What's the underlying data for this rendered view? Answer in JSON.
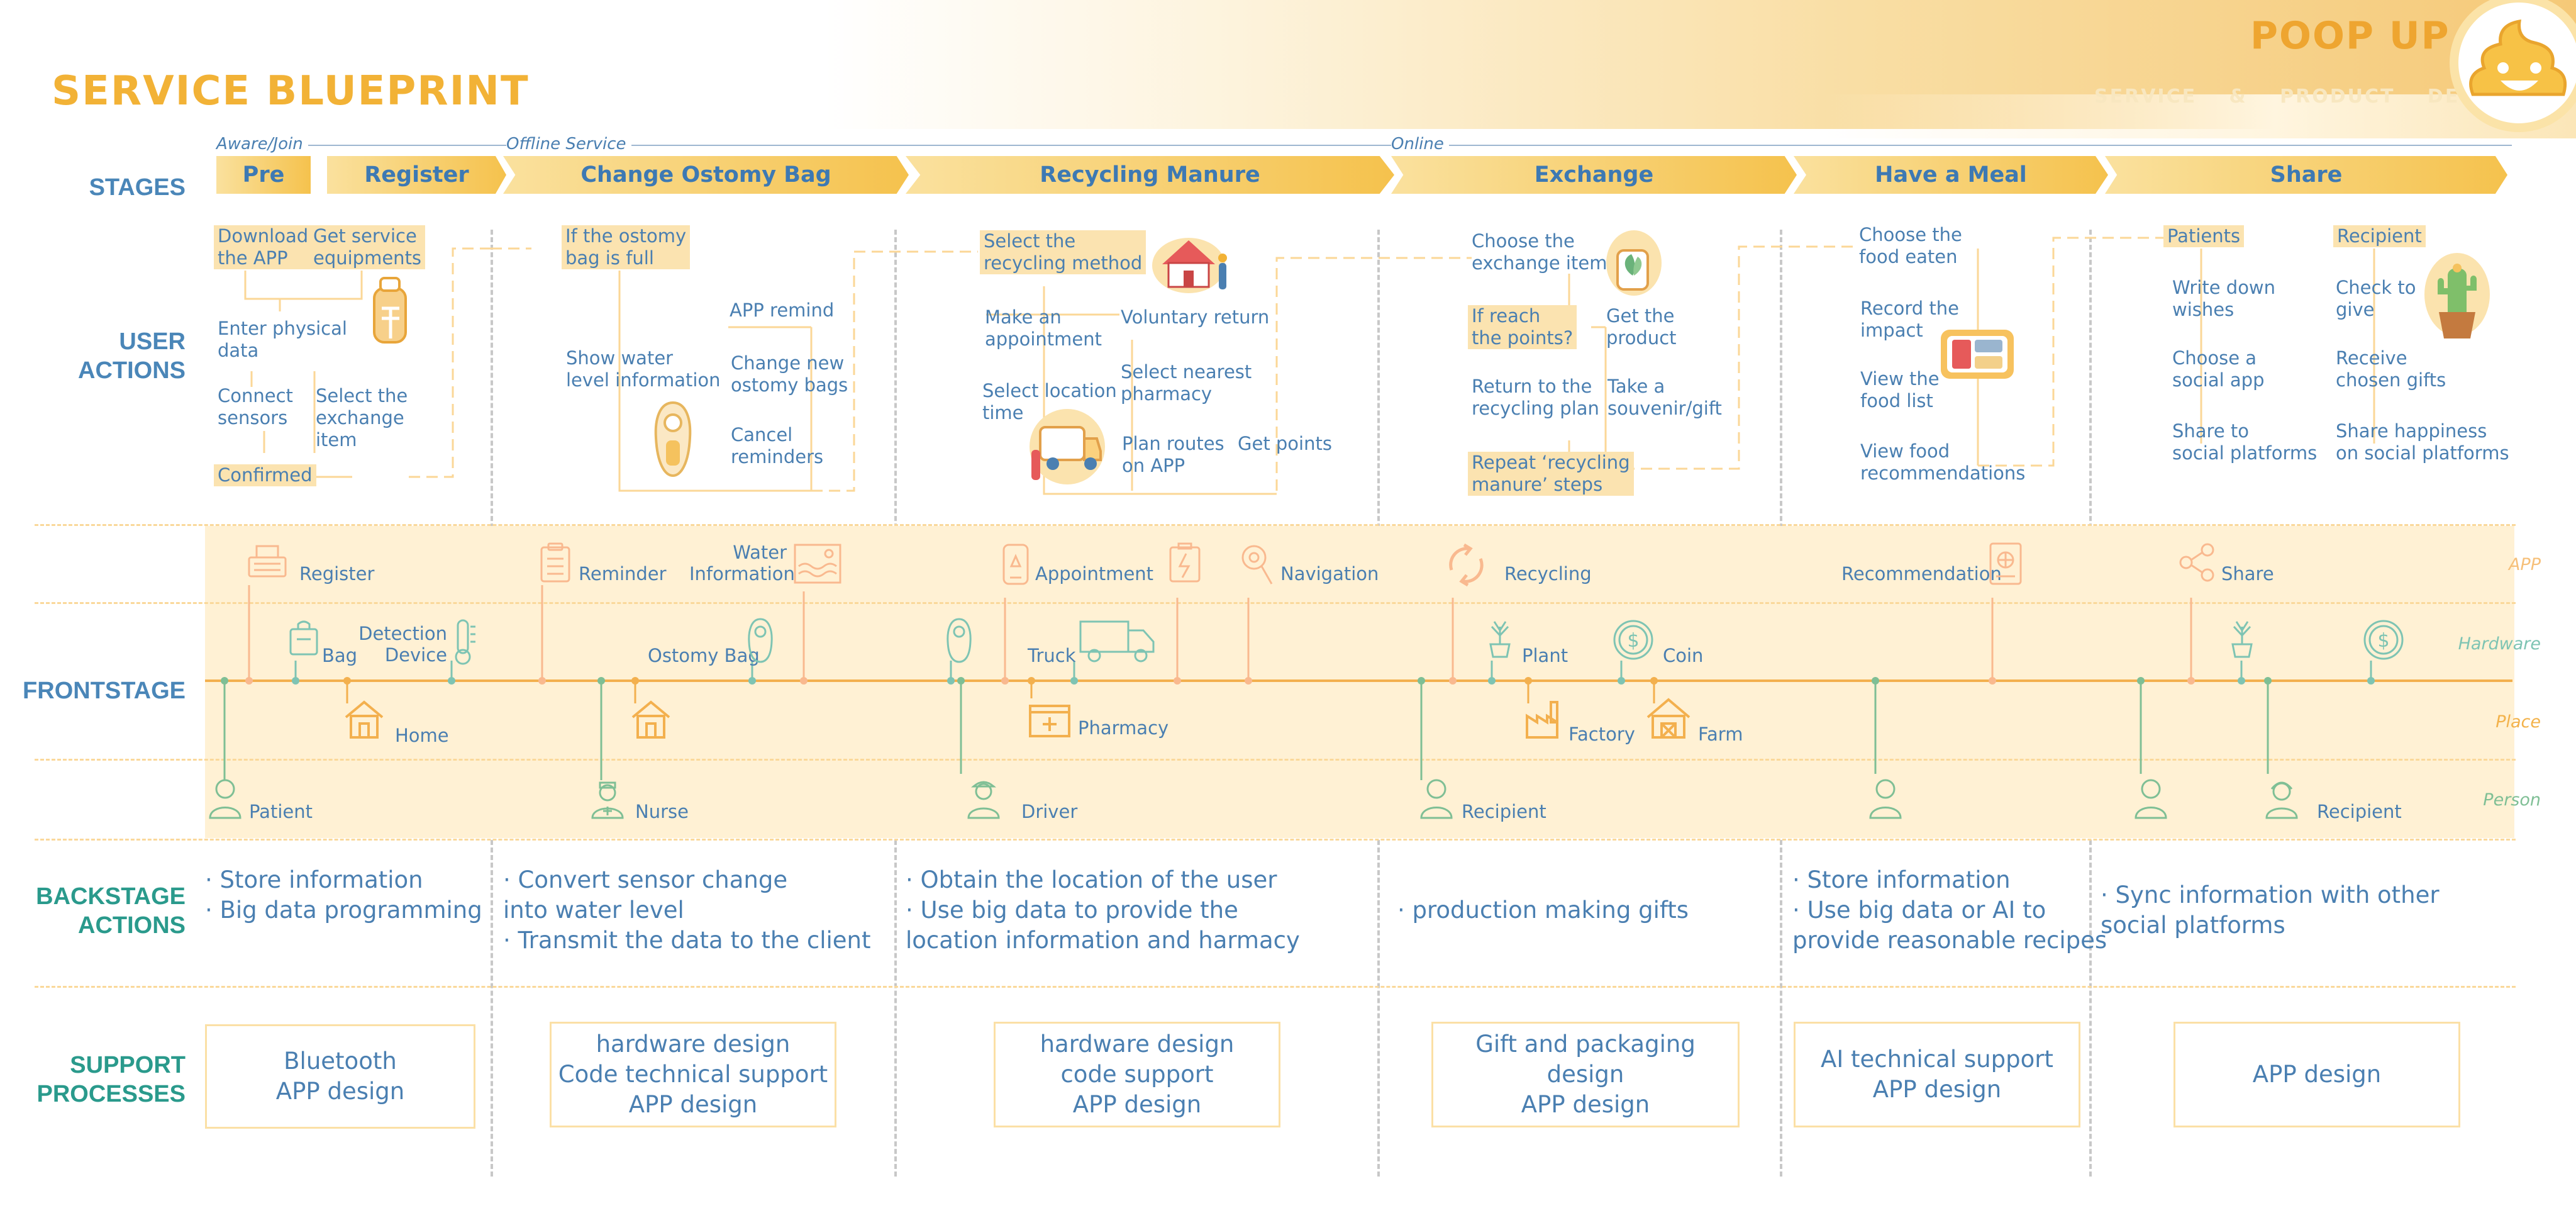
{
  "header": {
    "title": "SERVICE BLUEPRINT",
    "brand": "POOP UP",
    "brand_subtitle": "SERVICE & PRODUCT DESIGN"
  },
  "row_labels": {
    "stages": "STAGES",
    "user_actions_1": "USER",
    "user_actions_2": "ACTIONS",
    "frontstage": "FRONTSTAGE",
    "backstage_1": "BACKSTAGE",
    "backstage_2": "ACTIONS",
    "support_1": "SUPPORT",
    "support_2": "PROCESSES"
  },
  "phases": [
    "Aware/Join",
    "Offline Service",
    "Online"
  ],
  "stages": [
    "Pre",
    "Register",
    "Change Ostomy Bag",
    "Recycling Manure",
    "Exchange",
    "Have a Meal",
    "Share"
  ],
  "user_actions": {
    "s1": {
      "download_1": "Download",
      "download_2": "the APP",
      "equip_1": "Get service",
      "equip_2": "equipments",
      "physical_1": "Enter physical",
      "physical_2": "data",
      "sensors_1": "Connect",
      "sensors_2": "sensors",
      "exchange_1": "Select the",
      "exchange_2": "exchange",
      "exchange_3": "item",
      "confirmed": "Confirmed"
    },
    "s2": {
      "full_1": "If the ostomy",
      "full_2": "bag is full",
      "remind": "APP remind",
      "water_1": "Show water",
      "water_2": "level information",
      "change_1": "Change new",
      "change_2": "ostomy bags",
      "cancel_1": "Cancel",
      "cancel_2": "reminders"
    },
    "s3": {
      "method_1": "Select the",
      "method_2": "recycling method",
      "appt_1": "Make an",
      "appt_2": "appointment",
      "voluntary": "Voluntary return",
      "nearest_1": "Select nearest",
      "nearest_2": "pharmacy",
      "location_1": "Select location",
      "location_2": "time",
      "routes_1": "Plan routes",
      "routes_2": "on APP",
      "points": "Get points"
    },
    "s4": {
      "choose_1": "Choose the",
      "choose_2": "exchange item",
      "reach_1": "If reach",
      "reach_2": "the points?",
      "product_1": "Get the",
      "product_2": "product",
      "return_1": "Return to the",
      "return_2": "recycling plan",
      "souvenir_1": "Take a",
      "souvenir_2": "souvenir/gift",
      "repeat_1": "Repeat ‘recycling",
      "repeat_2": "manure’ steps"
    },
    "s5": {
      "eaten_1": "Choose the",
      "eaten_2": "food eaten",
      "impact_1": "Record the",
      "impact_2": "impact",
      "list_1": "View the",
      "list_2": "food list",
      "recs_1": "View food",
      "recs_2": "recommendations"
    },
    "s6": {
      "patients": "Patients",
      "recipient": "Recipient",
      "wishes_1": "Write down",
      "wishes_2": "wishes",
      "give_1": "Check to",
      "give_2": "give",
      "social_1": "Choose a",
      "social_2": "social app",
      "gifts_1": "Receive",
      "gifts_2": "chosen gifts",
      "share_1": "Share to",
      "share_2": "social platforms",
      "happy_1": "Share happiness",
      "happy_2": "on social platforms"
    }
  },
  "frontstage": {
    "sublabels": [
      "APP",
      "Hardware",
      "Place",
      "Person"
    ],
    "app": {
      "register": "Register",
      "reminder": "Reminder",
      "water_1": "Water",
      "water_2": "Information",
      "appointment": "Appointment",
      "navigation": "Navigation",
      "recycling": "Recycling",
      "recommendation": "Recommendation",
      "share": "Share"
    },
    "hardware": {
      "bag": "Bag",
      "detection_1": "Detection",
      "detection_2": "Device",
      "ostomy_bag": "Ostomy Bag",
      "truck": "Truck",
      "plant": "Plant",
      "coin": "Coin"
    },
    "place": {
      "home": "Home",
      "pharmacy": "Pharmacy",
      "factory": "Factory",
      "farm": "Farm"
    },
    "person": {
      "patient": "Patient",
      "nurse": "Nurse",
      "driver": "Driver",
      "recipient": "Recipient",
      "recipient2": "Recipient"
    }
  },
  "backstage": {
    "s1_1": "· Store information",
    "s1_2": "· Big data programming",
    "s2_1": "· Convert sensor change",
    "s2_2": "into water level",
    "s2_3": "· Transmit the data to the client",
    "s3_1": "· Obtain the location of the user",
    "s3_2": "· Use big data to provide the",
    "s3_3": "location information and harmacy",
    "s4_1": "· production making gifts",
    "s5_1": "· Store information",
    "s5_2": "· Use big data or AI to",
    "s5_3": "provide reasonable recipes",
    "s6_1": "· Sync information with other",
    "s6_2": "social platforms"
  },
  "support": {
    "s1": [
      "Bluetooth",
      "APP design"
    ],
    "s2": [
      "hardware design",
      "Code technical support",
      "APP design"
    ],
    "s3": [
      "hardware design",
      "code support",
      "APP design"
    ],
    "s4": [
      "Gift and packaging design",
      "APP design"
    ],
    "s5": [
      "AI technical support",
      "APP design"
    ],
    "s6": [
      "APP design"
    ]
  },
  "colors": {
    "orange": "#f2b236",
    "blue_text": "#4a7fb1",
    "teal": "#2a9a8c",
    "band": "#fff1d4",
    "highlight": "#fbe3b0",
    "green_icon": "#7fbf95",
    "orange_icon": "#f0a64d"
  }
}
